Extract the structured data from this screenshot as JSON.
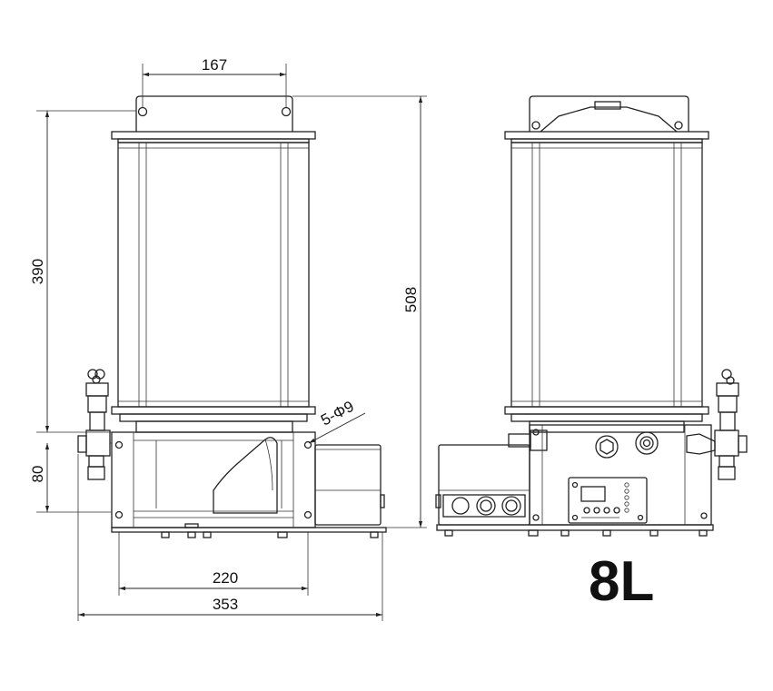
{
  "dimensions": {
    "top_width": "167",
    "reservoir_height": "390",
    "total_height": "508",
    "base_height": "80",
    "holes": "5-Φ9",
    "base_width": "220",
    "overall_width": "353"
  },
  "capacity_label": "8L"
}
